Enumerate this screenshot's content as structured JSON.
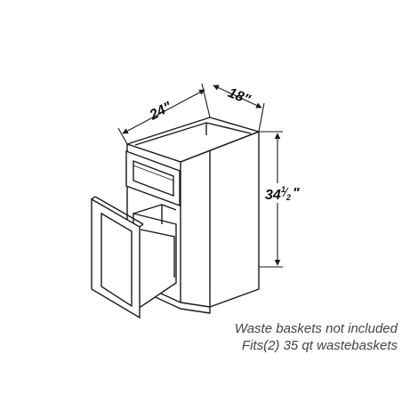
{
  "dimensions": {
    "width_label": "24\"",
    "depth_label": "18\"",
    "height_label_whole": "34",
    "height_label_frac_num": "1",
    "height_label_frac_den": "2",
    "height_label_suffix": "\""
  },
  "caption": {
    "line1": "Waste baskets not included",
    "line2": "Fits(2) 35 qt wastebaskets"
  },
  "colors": {
    "line": "#1a1a1a",
    "fill": "#ffffff",
    "caption": "#444444"
  }
}
